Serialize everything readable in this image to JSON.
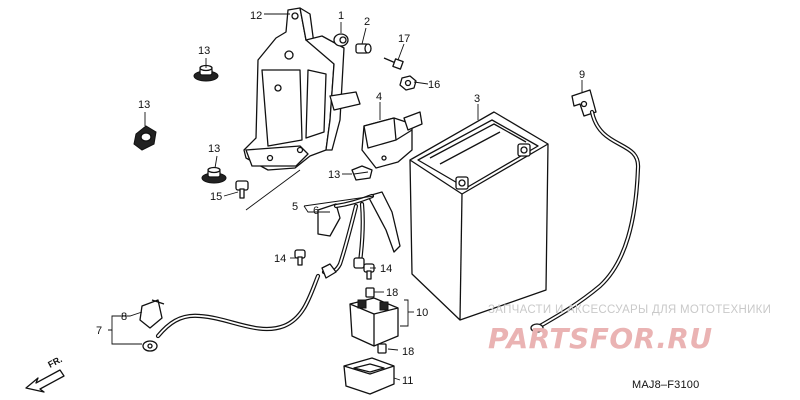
{
  "diagram": {
    "code": "MAJ8–F3100",
    "direction_label": "FR.",
    "callouts": {
      "c1": "1",
      "c2": "2",
      "c3": "3",
      "c4": "4",
      "c5": "5",
      "c6": "6",
      "c7": "7",
      "c8": "8",
      "c9": "9",
      "c10": "10",
      "c11": "11",
      "c12": "12",
      "c13a": "13",
      "c13b": "13",
      "c13c": "13",
      "c13d": "13",
      "c14a": "14",
      "c14b": "14",
      "c15": "15",
      "c16": "16",
      "c17": "17",
      "c18a": "18",
      "c18b": "18"
    }
  },
  "watermark": {
    "tagline": "ЗАПЧАСТИ И АКСЕССУАРЫ ДЛЯ МОТОТЕХНИКИ",
    "logo": "PARTSFOR.RU"
  }
}
